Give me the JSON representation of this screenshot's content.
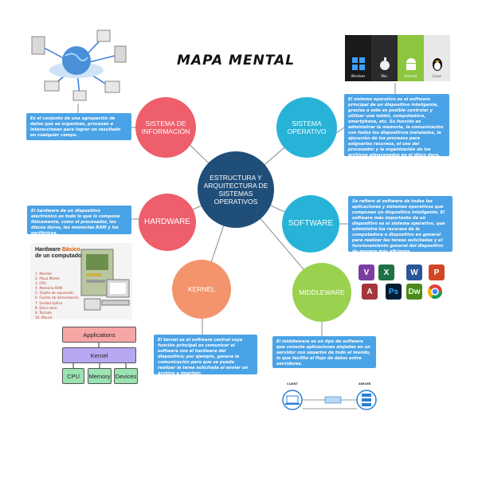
{
  "title": "MAPA MENTAL",
  "center": {
    "line1": "ESTRUCTURA Y",
    "line2": "ARQUITECTURA DE",
    "line3": "SISTEMAS",
    "line4": "OPERATIVOS"
  },
  "nodes": {
    "sistema_informacion": {
      "line1": "SISTEMA DE",
      "line2": "INFORMACIÓN"
    },
    "sistema_operativo": {
      "line1": "SISTEMA",
      "line2": "OPERATIVO"
    },
    "hardware": {
      "label": "HARDWARE"
    },
    "software": {
      "label": "SOFTWARE"
    },
    "kernel": {
      "label": "KERNEL"
    },
    "middleware": {
      "label": "MIDDLEWARE"
    }
  },
  "blurbs": {
    "sistema_informacion": "Es el conjunto de una agrupación de datos que se organizan, procesan e interaccionan para lograr un resultado en cualquier campo.",
    "sistema_operativo": "El sistema operativo es el software principal de un dispositivo inteligente, gracias a este es posible controlar y utilizar una tablet, computadora, smartphone, etc. Su función es administrar la memoria, la comunicación con todos los dispositivos instalados, la ejecución de los procesos para asignarles recursos, el uso del procesador y la organización de los archivos almacenados en el disco duro.",
    "hardware": "El hardware de un dispositivo electrónico es todo lo que lo compone físicamente, como el procesador, los discos duros, las memorias RAM y los periféricos.",
    "software": "Se refiere al software de todas las aplicaciones y sistemas operativos que componen un dispositivo inteligente. El software más importante de un dispositivo es el sistema operativo, que administra los recursos de la computadora o dispositivo en general para realizar las tareas solicitadas y el funcionamiento general del dispositivo de manera más eficiente.",
    "kernel": "El kernel es el software central cuya función principal es comunicar el software con el hardware del dispositivo; por ejemplo, genera la comunicación para que se pueda realizar la tarea solicitada al enviar un archivo a imprimir.",
    "middleware": "El middleware es un tipo de software que conecta aplicaciones alojadas en un servidor con usuarios de todo el mundo, lo que facilita el flujo de datos entre servidores."
  },
  "os_logos": [
    "Windows",
    "Mac",
    "Android",
    "Linux"
  ],
  "kernel_diagram": {
    "top": "Applications",
    "middle": "Kernel",
    "bottom": [
      "CPU",
      "Memory",
      "Devices"
    ]
  },
  "hardware_card": {
    "title_prefix": "Hardware ",
    "title_highlight": "Básico",
    "title_rest": "de un computador personal.",
    "items": [
      "1. Monitor",
      "2. Placa Madre",
      "3. CPU",
      "4. Memoria RAM",
      "5. Tarjeta de expansión",
      "6. Fuente de alimentación",
      "7. Unidad óptica",
      "8. Disco duro",
      "9. Teclado",
      "10. Mouse"
    ]
  },
  "middleware_diagram": {
    "client": "CLIENT",
    "server": "SERVER"
  },
  "colors": {
    "center": "#1f4e79",
    "sistema_informacion": "#ee5e6b",
    "sistema_operativo": "#27b3d8",
    "hardware": "#ee5e6b",
    "software": "#27b3d8",
    "kernel": "#f3946c",
    "middleware": "#9ad14f",
    "blurb": "#4aa3e6"
  }
}
